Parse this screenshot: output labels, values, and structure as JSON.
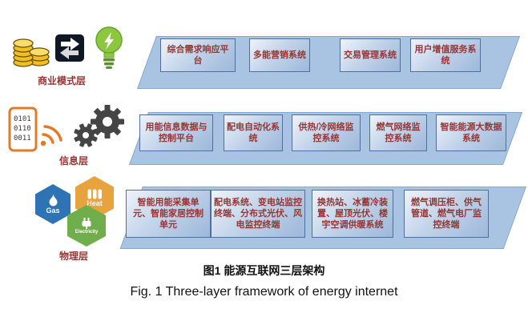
{
  "captions": {
    "zh": "图1 能源互联网三层架构",
    "en": "Fig. 1 Three-layer framework of energy internet"
  },
  "layers": [
    {
      "label": "商业模式层",
      "boxes": [
        "综合需求响应平台",
        "多能营销系统",
        "交易管理系统",
        "用户增值服务系统"
      ]
    },
    {
      "label": "信息层",
      "boxes": [
        "用能信息数据与控制平台",
        "配电自动化系统",
        "供热/冷网络监控系统",
        "燃气网络监控系统",
        "智能能源大数据系统"
      ]
    },
    {
      "label": "物理层",
      "boxes": [
        "智能用能采集单元、智能家居控制单元",
        "配电系统、变电站监控终端、分布式光伏、风电监控终端",
        "换热站、冰蓄冷装置、屋顶光伏、楼宇空调供暖系统",
        "燃气调压柜、供气管道、燃气电厂监控终端"
      ]
    }
  ],
  "icons": {
    "coins": "coins-icon",
    "exchange": "exchange-arrows-icon",
    "lightbulb": "lightbulb-icon",
    "phone_binary_lines": [
      "0101",
      "0110",
      "0011"
    ],
    "gears": "gears-icon",
    "hexagons": [
      {
        "label": "Gas",
        "color": "#2e74b5"
      },
      {
        "label": "Heat",
        "color": "#e6a33e"
      },
      {
        "label": "Electricity",
        "color": "#6fae4b"
      }
    ]
  },
  "colors": {
    "platform": "#a9c3e3",
    "box_border": "#4f6f9f",
    "box_fill_light": "#eef3fa",
    "box_fill_dark": "#9db8da",
    "box_text": "#943634",
    "layer_label": "#943634"
  }
}
